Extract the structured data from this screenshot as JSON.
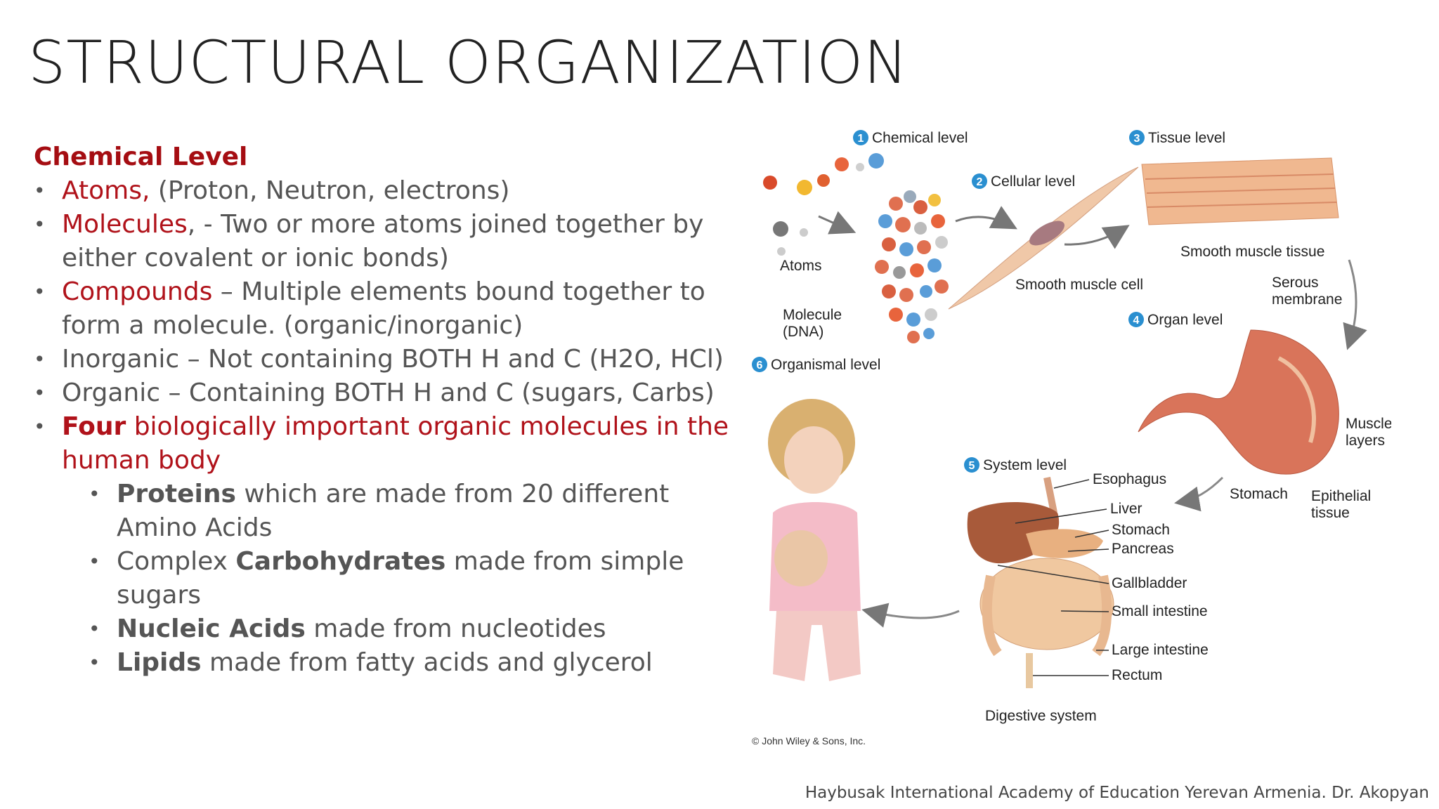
{
  "title": "STRUCTURAL ORGANIZATION",
  "section_heading": "Chemical Level",
  "bullets": {
    "b1": {
      "term": "Atoms,",
      "rest": " (Proton, Neutron, electrons)"
    },
    "b2": {
      "term": "Molecules",
      "rest": ", - Two or more atoms joined together by either covalent or ionic bonds)"
    },
    "b3": {
      "term": "Compounds",
      "rest": " – Multiple elements bound together to form a molecule. (organic/inorganic)"
    },
    "b4": {
      "text": "Inorganic – Not containing BOTH H and C (H2O, HCl)"
    },
    "b5": {
      "text": "Organic – Containing BOTH H and C (sugars, Carbs)"
    },
    "b6": {
      "term": "Four",
      "rest": " biologically important organic molecules in the human body"
    }
  },
  "subbullets": {
    "s1": {
      "pre": "",
      "term": "Proteins",
      "rest": " which are made from 20 different Amino Acids"
    },
    "s2": {
      "pre": "Complex ",
      "term": "Carbohydrates",
      "rest": " made from simple sugars"
    },
    "s3": {
      "pre": "",
      "term": "Nucleic Acids",
      "rest": " made from nucleotides"
    },
    "s4": {
      "pre": "",
      "term": "Lipids",
      "rest": " made from fatty acids and glycerol"
    }
  },
  "figure": {
    "levels": {
      "l1": {
        "num": "1",
        "label": "Chemical level"
      },
      "l2": {
        "num": "2",
        "label": "Cellular level"
      },
      "l3": {
        "num": "3",
        "label": "Tissue level"
      },
      "l4": {
        "num": "4",
        "label": "Organ level"
      },
      "l5": {
        "num": "5",
        "label": "System level"
      },
      "l6": {
        "num": "6",
        "label": "Organismal level"
      }
    },
    "labels": {
      "atoms": "Atoms",
      "molecule_1": "Molecule",
      "molecule_2": "(DNA)",
      "smooth_muscle_cell": "Smooth muscle cell",
      "smooth_muscle_tissue": "Smooth muscle tissue",
      "serous_1": "Serous",
      "serous_2": "membrane",
      "muscle_1": "Muscle",
      "muscle_2": "layers",
      "stomach_organ": "Stomach",
      "epithelial_1": "Epithelial",
      "epithelial_2": "tissue",
      "esophagus": "Esophagus",
      "liver": "Liver",
      "stomach": "Stomach",
      "pancreas": "Pancreas",
      "gallbladder": "Gallbladder",
      "small_intestine": "Small intestine",
      "large_intestine": "Large intestine",
      "rectum": "Rectum",
      "digestive_system": "Digestive system",
      "copyright": "© John Wiley & Sons, Inc."
    },
    "badge_color": "#2a8fd0"
  },
  "footer": "Haybusak International Academy of Education Yerevan Armenia. Dr. Akopyan"
}
